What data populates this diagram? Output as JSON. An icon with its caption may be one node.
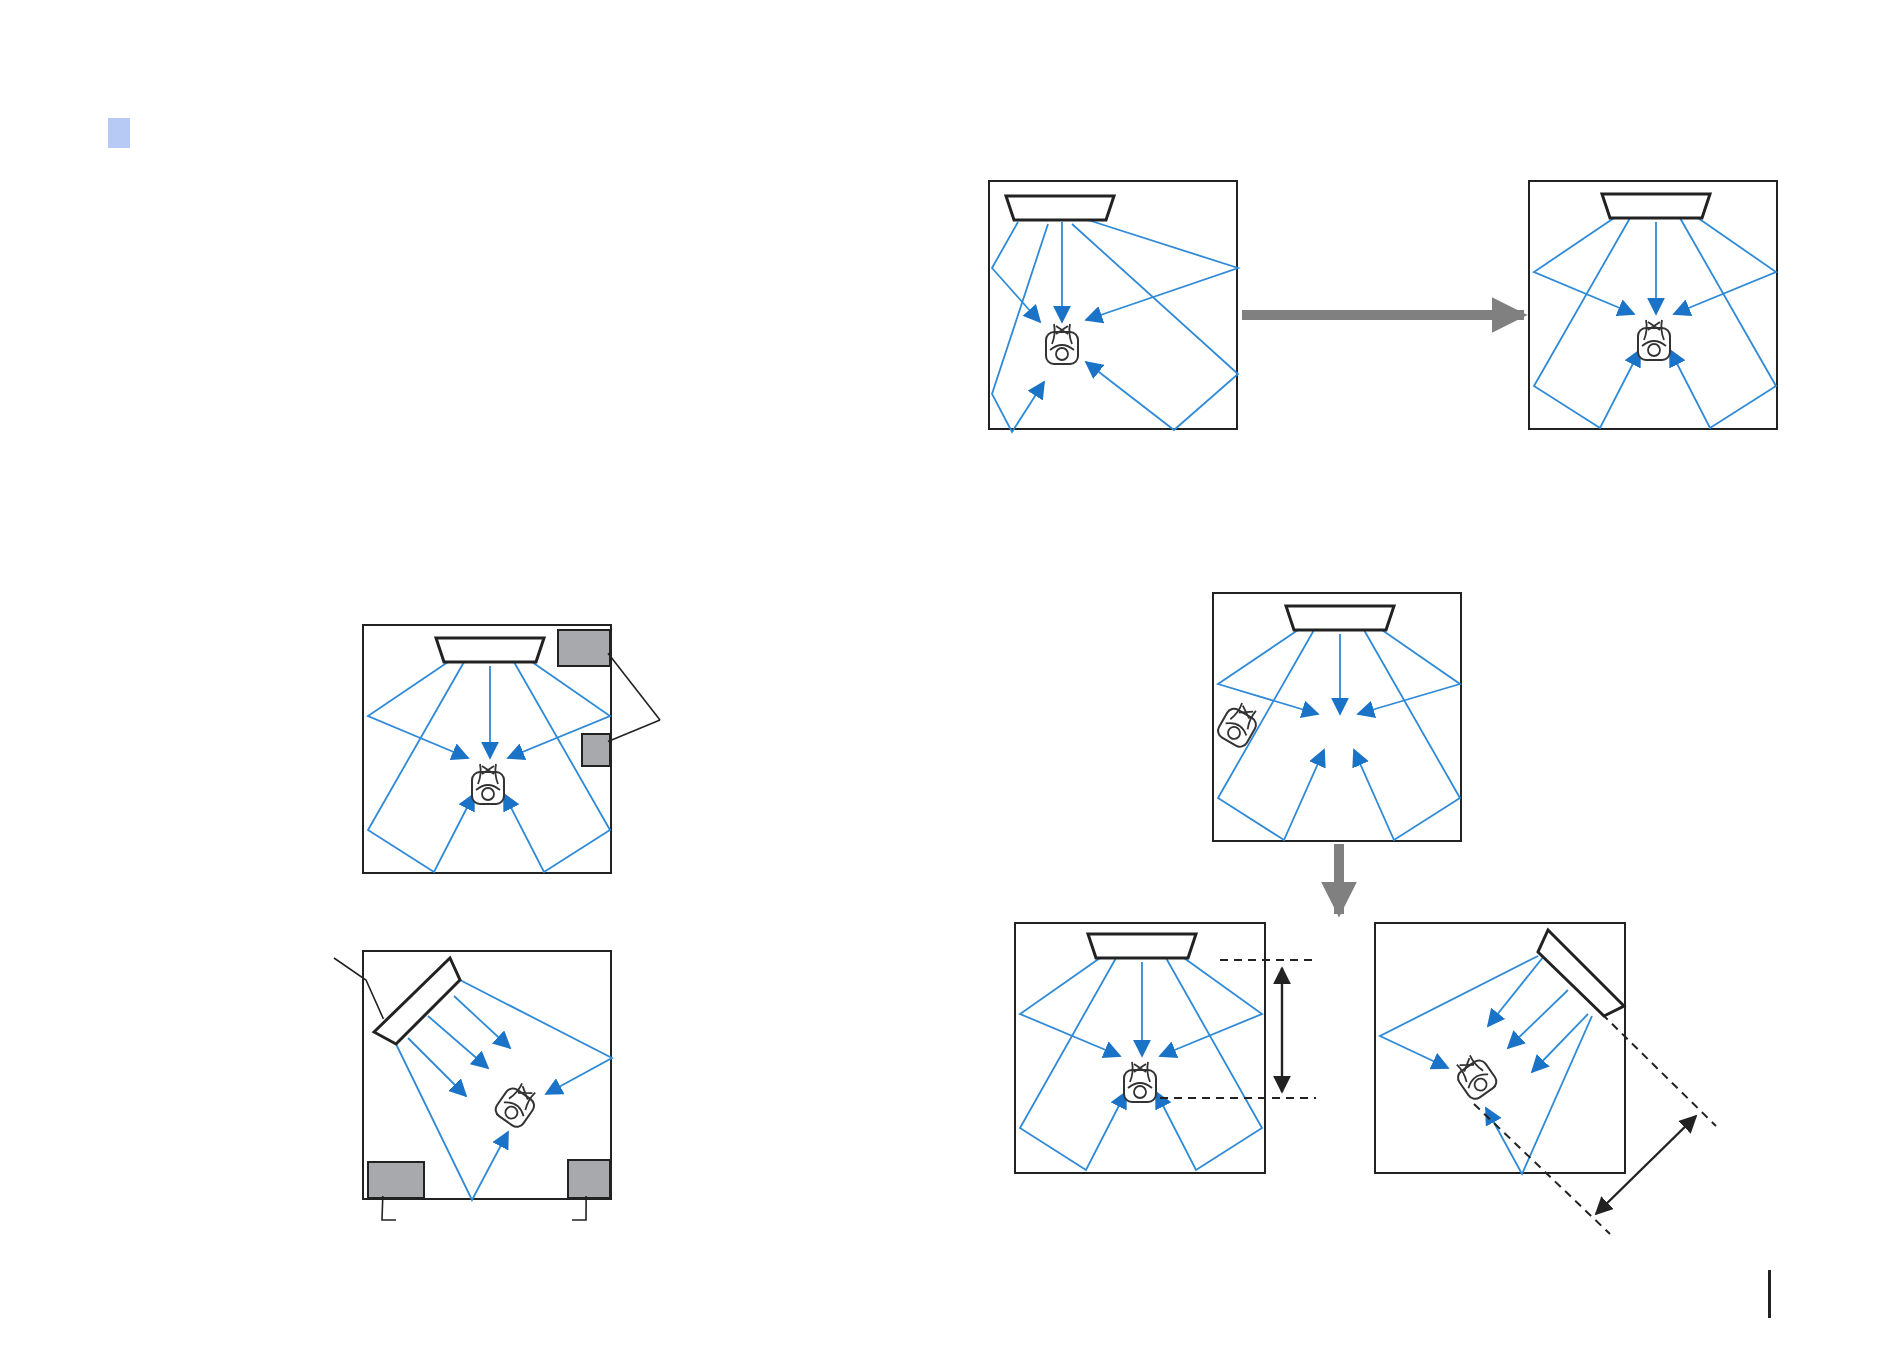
{
  "diagram": {
    "nodes": [
      {
        "text": [],
        "shape": "box"
      },
      {
        "text": [],
        "shape": "box"
      },
      {
        "text": [],
        "shape": "box"
      },
      {
        "text": [],
        "shape": "box"
      },
      {
        "text": [],
        "shape": "box"
      },
      {
        "text": [],
        "shape": "box"
      },
      {
        "text": [],
        "shape": "box"
      },
      {
        "text": [],
        "shape": "box",
        "in": 0
      },
      {
        "text": [],
        "shape": "box",
        "in": 0
      },
      {
        "text": [],
        "shape": "box",
        "in": 1
      },
      {
        "text": [],
        "shape": "box",
        "in": 1
      },
      {
        "text": [],
        "shape": "bar",
        "in": 1
      }
    ],
    "edges": [
      {
        "from": 2,
        "to": 3,
        "arrow": "to",
        "style": "thick",
        "color": "#808080"
      },
      {
        "from": 4,
        "to": 5,
        "arrow": "to",
        "style": "thick",
        "color": "#808080"
      },
      {
        "from": 4,
        "to": 6,
        "arrow": "to",
        "style": "thick",
        "color": "#808080"
      },
      {
        "from": null,
        "to": 7,
        "arrow": "none"
      },
      {
        "from": null,
        "to": 8,
        "arrow": "none"
      },
      {
        "from": null,
        "to": 11,
        "arrow": "none"
      },
      {
        "from": null,
        "to": 9,
        "arrow": "none"
      },
      {
        "from": null,
        "to": 10,
        "arrow": "none"
      }
    ]
  }
}
